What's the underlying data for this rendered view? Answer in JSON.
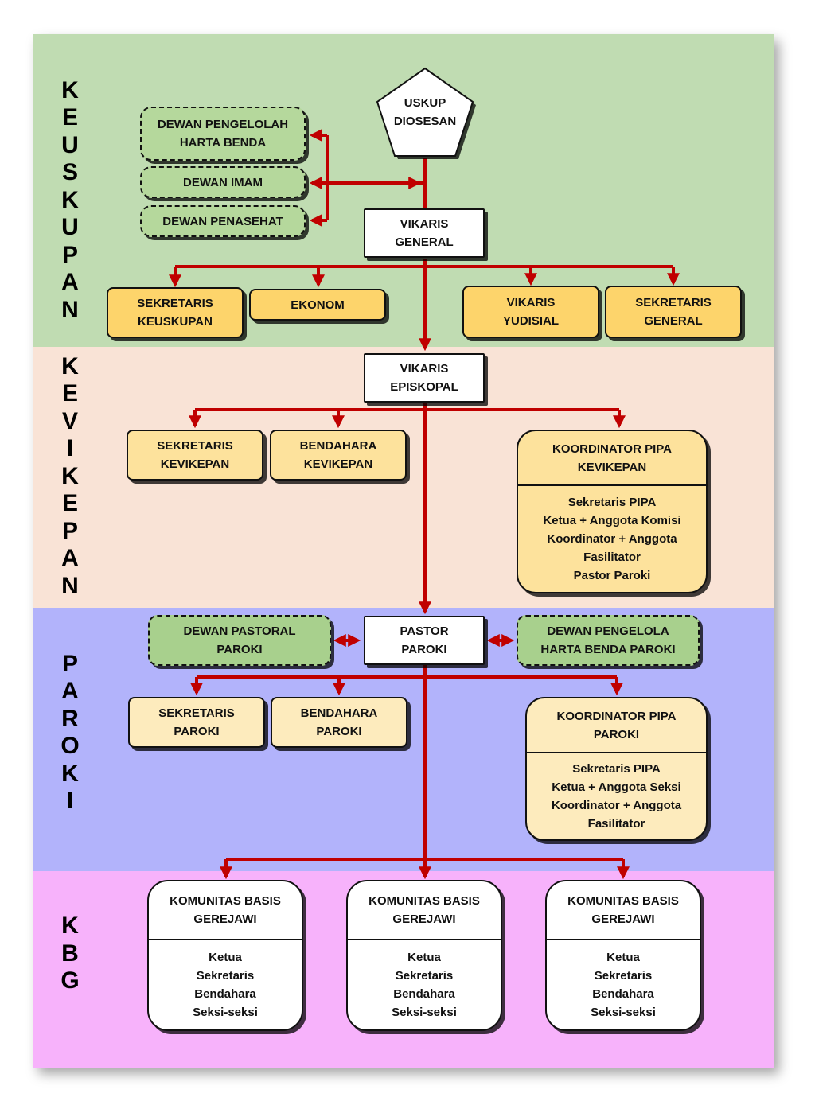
{
  "sections": {
    "keuskupan": "KEUSKUPAN",
    "kevikepan": "KEVIKEPAN",
    "paroki": "PAROKI",
    "kbg": "KBG"
  },
  "colors": {
    "keuskupan_bg": "#c0dcb2",
    "kevikepan_bg": "#f9e3d6",
    "paroki_bg": "#b2b3fb",
    "kbg_bg": "#f7b2fb",
    "connector": "#c00000"
  },
  "keuskupan": {
    "uskup": [
      "USKUP",
      "DIOSESAN"
    ],
    "dewan_pengelolah": [
      "DEWAN PENGELOLAH",
      "HARTA BENDA"
    ],
    "dewan_imam": "DEWAN IMAM",
    "dewan_penasehat": "DEWAN PENASEHAT",
    "vikaris_general": [
      "VIKARIS",
      "GENERAL"
    ],
    "sekretaris_keuskupan": [
      "SEKRETARIS",
      "KEUSKUPAN"
    ],
    "ekonom": "EKONOM",
    "vikaris_yudisial": [
      "VIKARIS",
      "YUDISIAL"
    ],
    "sekretaris_general": [
      "SEKRETARIS",
      "GENERAL"
    ]
  },
  "kevikepan": {
    "vikaris_episkopal": [
      "VIKARIS",
      "EPISKOPAL"
    ],
    "sekretaris_kevikepan": [
      "SEKRETARIS",
      "KEVIKEPAN"
    ],
    "bendahara_kevikepan": [
      "BENDAHARA",
      "KEVIKEPAN"
    ],
    "koordinator": {
      "title": [
        "KOORDINATOR PIPA",
        "KEVIKEPAN"
      ],
      "items": [
        "Sekretaris PIPA",
        "Ketua + Anggota Komisi",
        "Koordinator + Anggota",
        "Fasilitator",
        "Pastor Paroki"
      ]
    }
  },
  "paroki": {
    "dewan_pastoral": [
      "DEWAN PASTORAL",
      "PAROKI"
    ],
    "pastor_paroki": [
      "PASTOR",
      "PAROKI"
    ],
    "dewan_pengelola": [
      "DEWAN PENGELOLA",
      "HARTA BENDA PAROKI"
    ],
    "sekretaris_paroki": [
      "SEKRETARIS",
      "PAROKI"
    ],
    "bendahara_paroki": [
      "BENDAHARA",
      "PAROKI"
    ],
    "koordinator": {
      "title": [
        "KOORDINATOR PIPA",
        "PAROKI"
      ],
      "items": [
        "Sekretaris PIPA",
        "Ketua + Anggota Seksi",
        "Koordinator + Anggota",
        "Fasilitator"
      ]
    }
  },
  "kbg": {
    "units": [
      {
        "title": [
          "KOMUNITAS BASIS",
          "GEREJAWI"
        ],
        "items": [
          "Ketua",
          "Sekretaris",
          "Bendahara",
          "Seksi-seksi"
        ]
      },
      {
        "title": [
          "KOMUNITAS BASIS",
          "GEREJAWI"
        ],
        "items": [
          "Ketua",
          "Sekretaris",
          "Bendahara",
          "Seksi-seksi"
        ]
      },
      {
        "title": [
          "KOMUNITAS BASIS",
          "GEREJAWI"
        ],
        "items": [
          "Ketua",
          "Sekretaris",
          "Bendahara",
          "Seksi-seksi"
        ]
      }
    ]
  }
}
